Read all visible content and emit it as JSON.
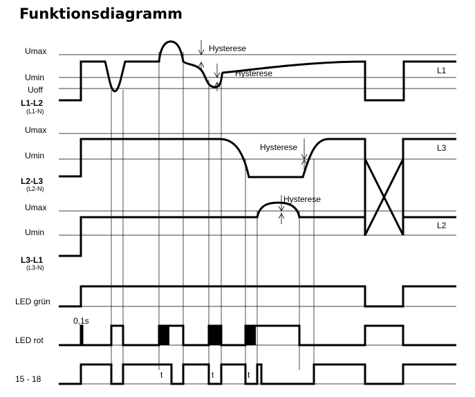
{
  "title": "Funktionsdiagramm",
  "labels": {
    "umax": "Umax",
    "umin": "Umin",
    "uoff": "Uoff",
    "l1l2": "L1-L2",
    "l1n": "(L1-N)",
    "l2l3": "L2-L3",
    "l2n": "(L2-N)",
    "l3l1": "L3-L1",
    "l3n": "(L3-N)",
    "led_gruen": "LED grün",
    "led_rot": "LED rot",
    "relay": "15 - 18",
    "phase_l1": "L1",
    "phase_l3": "L3",
    "phase_l2": "L2",
    "hysterese": "Hysterese",
    "t": "t",
    "delay": "0,1s"
  }
}
